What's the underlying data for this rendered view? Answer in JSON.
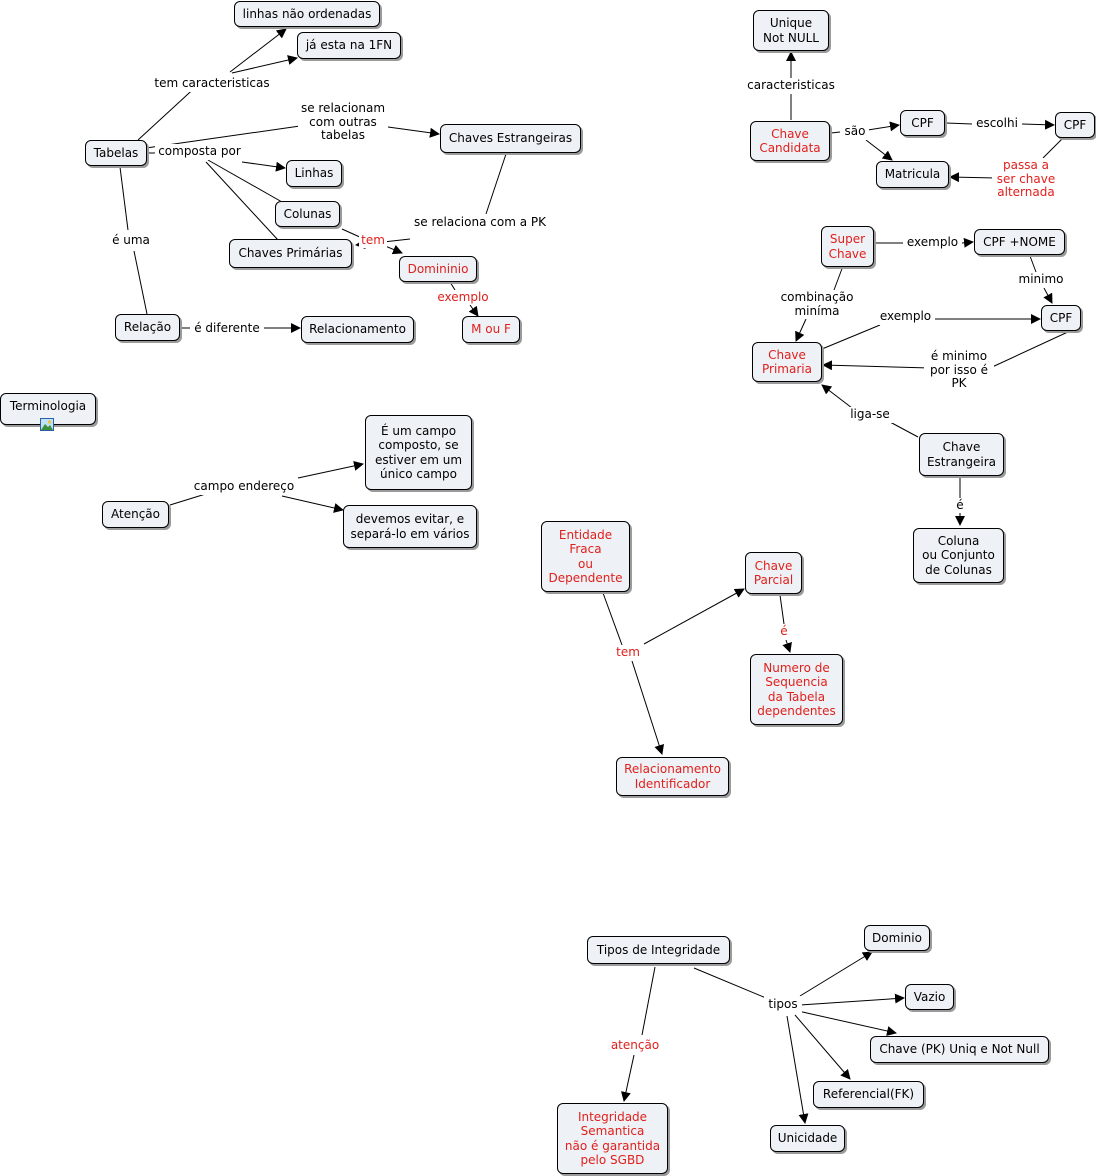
{
  "nodes": {
    "linhas_nao_ordenadas": "linhas não ordenadas",
    "ja_esta_1fn": "já esta na 1FN",
    "tabelas": "Tabelas",
    "chaves_estrangeiras": "Chaves Estrangeiras",
    "linhas": "Linhas",
    "colunas": "Colunas",
    "chaves_primarias": "Chaves Primárias",
    "dominio_red": "Domininio",
    "m_ou_f": "M ou F",
    "relacao": "Relação",
    "relacionamento": "Relacionamento",
    "terminologia": "Terminologia",
    "campo_composto": "É um campo\ncomposto, se\nestiver em um\núnico campo",
    "atencao": "Atenção",
    "devemos_evitar": "devemos evitar, e\nsepará-lo em vários",
    "unique_not_null": "Unique\nNot NULL",
    "chave_candidata": "Chave\nCandidata",
    "cpf_1": "CPF",
    "cpf_2": "CPF",
    "matricula": "Matricula",
    "super_chave": "Super\nChave",
    "cpf_nome": "CPF +NOME",
    "cpf_3": "CPF",
    "chave_primaria": "Chave\nPrimaria",
    "chave_estrangeira": "Chave\nEstrangeira",
    "coluna_conjunto": "Coluna\nou Conjunto\nde Colunas",
    "entidade_fraca": "Entidade\nFraca\nou\nDependente",
    "chave_parcial": "Chave\nParcial",
    "numero_sequencia": "Numero de\nSequencia\nda Tabela\ndependentes",
    "relacionamento_identificador": "Relacionamento\nIdentificador",
    "tipos_integridade": "Tipos de Integridade",
    "dominio": "Dominio",
    "vazio": "Vazio",
    "chave_pk": "Chave (PK) Uniq e Not Null",
    "referencial_fk": "Referencial(FK)",
    "unicidade": "Unicidade",
    "integridade_semantica": "Integridade\nSemantica\nnão é garantida\npelo SGBD"
  },
  "links": {
    "tem_caracteristicas": "tem caracteristicas",
    "se_relacionam": "se relacionam\ncom outras\ntabelas",
    "composta_por": "composta por",
    "se_relaciona_pk": "se relaciona com a PK",
    "tem": "tem",
    "e_uma": "é uma",
    "exemplo_mf": "exemplo",
    "e_diferente": "é diferente",
    "campo_endereco": "campo endereço",
    "caracteristicas": "caracteristicas",
    "sao": "são",
    "escolhi": "escolhi",
    "passa_chave_alternada": "passa a\nser chave\nalternada",
    "exemplo_super": "exemplo",
    "minimo": "minimo",
    "combinacao_minima": "combinação\nminíma",
    "exemplo_cp": "exemplo",
    "e_minimo_pk": "é minimo\npor isso é\nPK",
    "liga_se": "liga-se",
    "e_coluna": "é",
    "tem_fraca": "tem",
    "e_numero": "é",
    "tipos": "tipos",
    "atencao_link": "atenção"
  },
  "colors": {
    "node_fill": "#eef2f6",
    "node_border": "#000000",
    "red_text": "#e0201c",
    "black_text": "#000000"
  },
  "icons": [
    "image-icon"
  ]
}
